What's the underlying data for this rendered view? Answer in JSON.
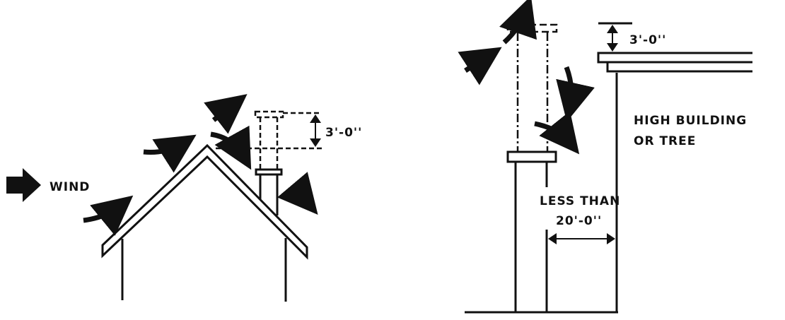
{
  "left_figure": {
    "wind_label": "WIND",
    "height_dimension": "3'-0''"
  },
  "right_figure": {
    "height_dimension": "3'-0''",
    "obstacle_label_line1": "HIGH BUILDING",
    "obstacle_label_line2": "OR TREE",
    "distance_label_line1": "LESS THAN",
    "distance_label_line2": "20'-0''"
  },
  "colors": {
    "ink": "#111111",
    "background": "#ffffff"
  }
}
